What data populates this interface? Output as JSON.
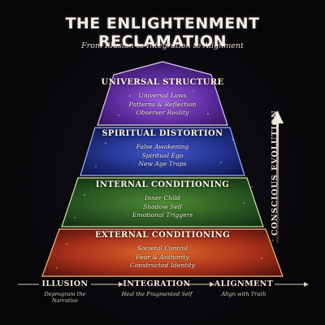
{
  "header": {
    "title": "THE ENLIGHTENMENT RECLAMATION",
    "subtitle": "From Illusion to Integration to Alignment"
  },
  "tiers": [
    {
      "title": "UNIVERSAL STRUCTURE",
      "items": [
        "Universal Laws",
        "Patterns & Reflection",
        "Observer Reality"
      ],
      "color": "#7a3fc4"
    },
    {
      "title": "SPIRITUAL DISTORTION",
      "items": [
        "False Awakening",
        "Spiritual Ego",
        "New Age Traps"
      ],
      "color": "#2a3aa8"
    },
    {
      "title": "INTERNAL CONDITIONING",
      "items": [
        "Inner Child",
        "Shadow Self",
        "Emotional Triggers"
      ],
      "color": "#2f6a2a"
    },
    {
      "title": "EXTERNAL CONDITIONING",
      "items": [
        "Societal Control",
        "Fear & Authority",
        "Constructed Identity"
      ],
      "color": "#b8361e"
    }
  ],
  "side_arrow": {
    "label": "CONSCIOUS EVOLUTION",
    "icon": "up-arrow-icon"
  },
  "progression": [
    {
      "label": "ILLUSION",
      "sub": "Deprogram the Narrative"
    },
    {
      "label": "INTEGRATION",
      "sub": "Heal the Fragmented Self"
    },
    {
      "label": "ALIGNMENT",
      "sub": "Align with Truth"
    }
  ]
}
